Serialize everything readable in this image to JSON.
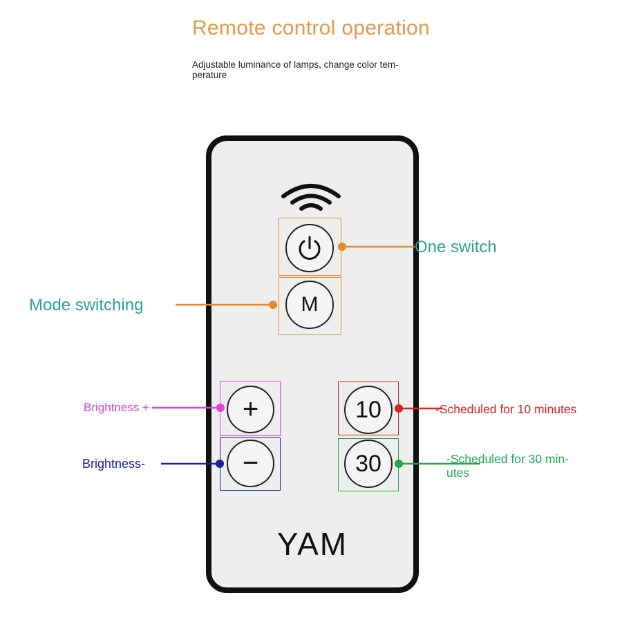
{
  "header": {
    "title": "Remote control operation",
    "subtitle": "Adjustable luminance of lamps, change color tem-\nperature"
  },
  "remote": {
    "brand": "YAM",
    "buttons": {
      "mode": "M",
      "brightness_up": "+",
      "brightness_down": "−",
      "timer_10": "10",
      "timer_30": "30"
    }
  },
  "callouts": {
    "power": "One switch",
    "mode": "Mode switching",
    "brightness_up": "Brightness +",
    "brightness_down": "Brightness-",
    "timer_10": "-Scheduled for 10 minutes",
    "timer_30": "-Scheduled for 30 min-\nutes"
  },
  "colors": {
    "title": "#e3994a",
    "power_mode": "#e8892a",
    "brightness_up": "#e23fe0",
    "brightness_down": "#1b1fa0",
    "timer_10": "#d42020",
    "timer_30": "#1fa84a",
    "teal_label": "#2aa58a"
  },
  "icons": {
    "signal": "wifi-signal-icon",
    "power": "power-icon"
  }
}
